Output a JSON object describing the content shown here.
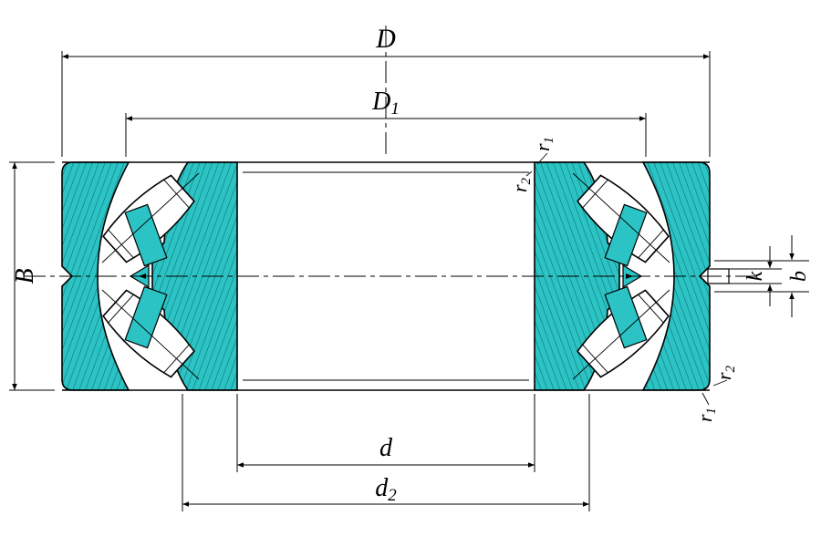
{
  "diagram": {
    "colors": {
      "ring_fill": "#2cc3c4",
      "hatch_line": "#0d6c6d",
      "outline": "#000000",
      "background": "#ffffff"
    },
    "labels": {
      "D": "D",
      "D1": {
        "base": "D",
        "sub": "1"
      },
      "B": "B",
      "d": "d",
      "d2": {
        "base": "d",
        "sub": "2"
      },
      "r1_top": {
        "base": "r",
        "sub": "1"
      },
      "r2_top": {
        "base": "r",
        "sub": "2"
      },
      "r2_bottom": {
        "base": "r",
        "sub": "2"
      },
      "r1_bottom": {
        "base": "r",
        "sub": "1"
      },
      "k": "k",
      "b": "b"
    }
  }
}
